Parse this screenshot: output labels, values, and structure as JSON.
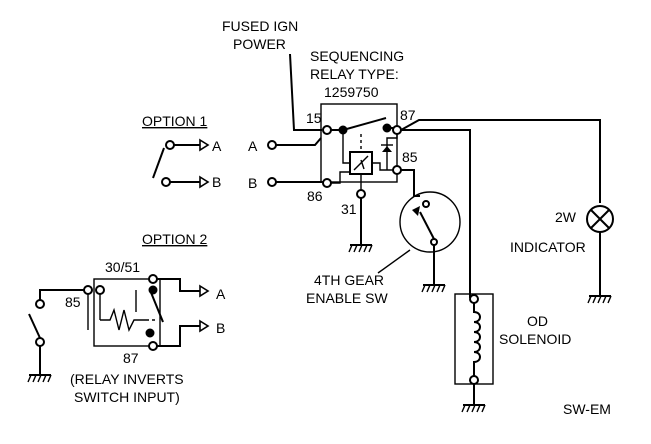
{
  "labels": {
    "fused_ign_power_1": "FUSED IGN",
    "fused_ign_power_2": "POWER",
    "sequencing_relay_1": "SEQUENCING",
    "sequencing_relay_2": "RELAY TYPE:",
    "relay_part_number": "1259750",
    "option1": "OPTION 1",
    "option2": "OPTION 2",
    "out_a": "A",
    "out_b": "B",
    "in_a": "A",
    "in_b": "B",
    "opt2_a": "A",
    "opt2_b": "B",
    "pin_15": "15",
    "pin_87": "87",
    "pin_85": "85",
    "pin_86": "86",
    "pin_31": "31",
    "pin_3051": "30/51",
    "pin_85_opt2": "85",
    "pin_87_opt2": "87",
    "gear_switch_1": "4TH GEAR",
    "gear_switch_2": "ENABLE SW",
    "indicator_rating": "2W",
    "indicator_label": "INDICATOR",
    "solenoid_1": "OD",
    "solenoid_2": "SOLENOID",
    "relay_note_1": "(RELAY INVERTS",
    "relay_note_2": "SWITCH INPUT)",
    "drawing_code": "SW-EM"
  },
  "icons": [
    "ground-icon",
    "lamp-icon",
    "relay-coil-icon",
    "switch-icon",
    "solenoid-coil-icon",
    "diode-icon",
    "resistor-icon"
  ],
  "colors": {
    "ink": "#000000",
    "paper": "#ffffff"
  }
}
